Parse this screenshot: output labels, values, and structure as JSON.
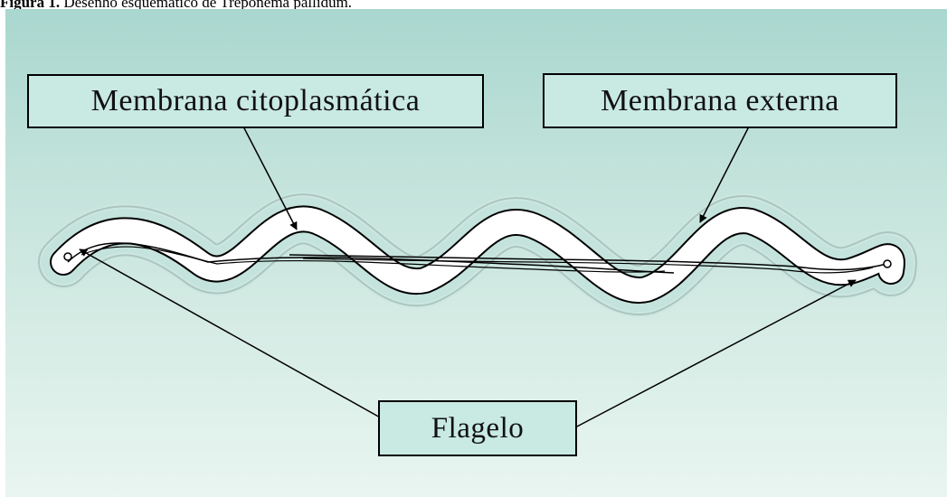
{
  "caption": {
    "prefix": "Figura 1.",
    "text": "Desenho esquemático de Treponema pallidum."
  },
  "labels": {
    "cytoplasmic_membrane": "Membrana citoplasmática",
    "outer_membrane": "Membrana externa",
    "flagellum": "Flagelo"
  },
  "colors": {
    "background_top": "#a9d7cf",
    "background_bottom": "#e9f5f1",
    "label_box": "#c9e9e3",
    "cell_body": "#ffffff",
    "outline": "#000000"
  }
}
